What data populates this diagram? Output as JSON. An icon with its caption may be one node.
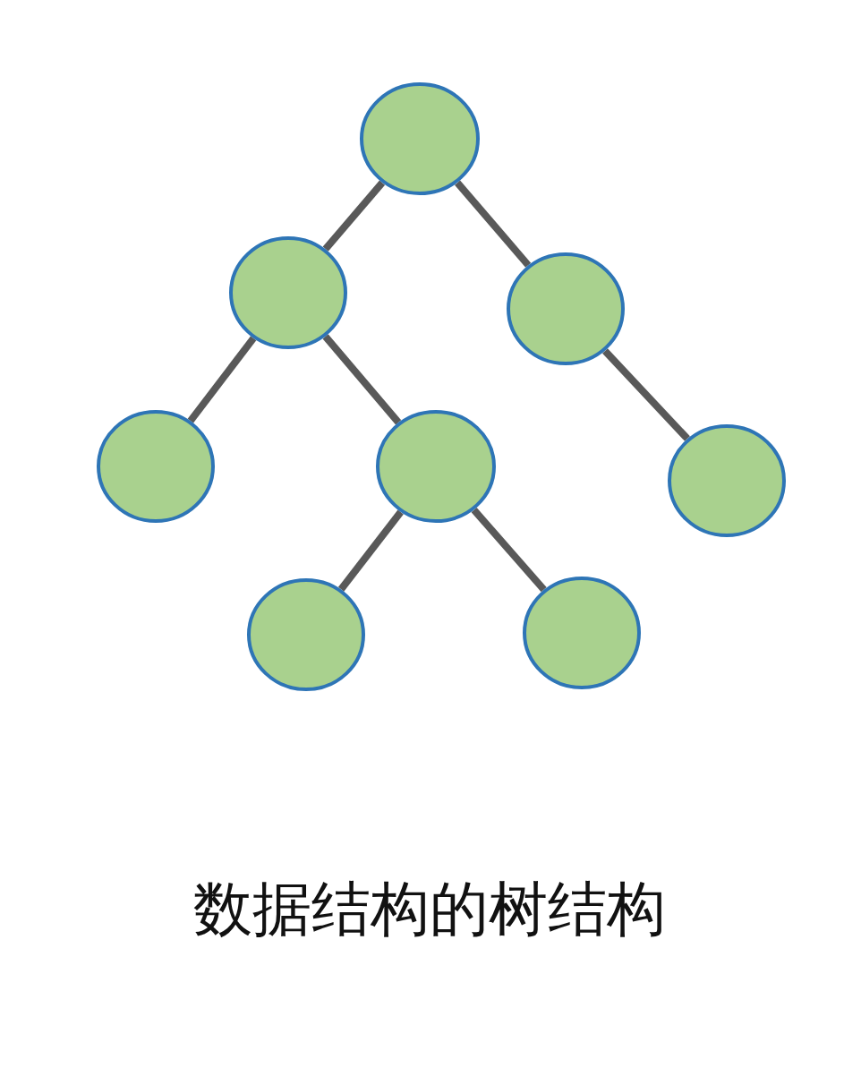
{
  "diagram": {
    "caption": "数据结构的树结构",
    "nodes": [
      {
        "text": [],
        "shape": "circle"
      },
      {
        "text": [],
        "shape": "circle"
      },
      {
        "text": [],
        "shape": "circle"
      },
      {
        "text": [],
        "shape": "circle"
      },
      {
        "text": [],
        "shape": "circle"
      },
      {
        "text": [],
        "shape": "circle"
      },
      {
        "text": [],
        "shape": "circle"
      },
      {
        "text": [],
        "shape": "circle"
      }
    ],
    "edges": [
      {
        "from": 0,
        "to": 1,
        "arrow": "none"
      },
      {
        "from": 0,
        "to": 2,
        "arrow": "none"
      },
      {
        "from": 1,
        "to": 3,
        "arrow": "none"
      },
      {
        "from": 1,
        "to": 4,
        "arrow": "none"
      },
      {
        "from": 2,
        "to": 5,
        "arrow": "none"
      },
      {
        "from": 4,
        "to": 6,
        "arrow": "none"
      },
      {
        "from": 4,
        "to": 7,
        "arrow": "none"
      }
    ]
  }
}
